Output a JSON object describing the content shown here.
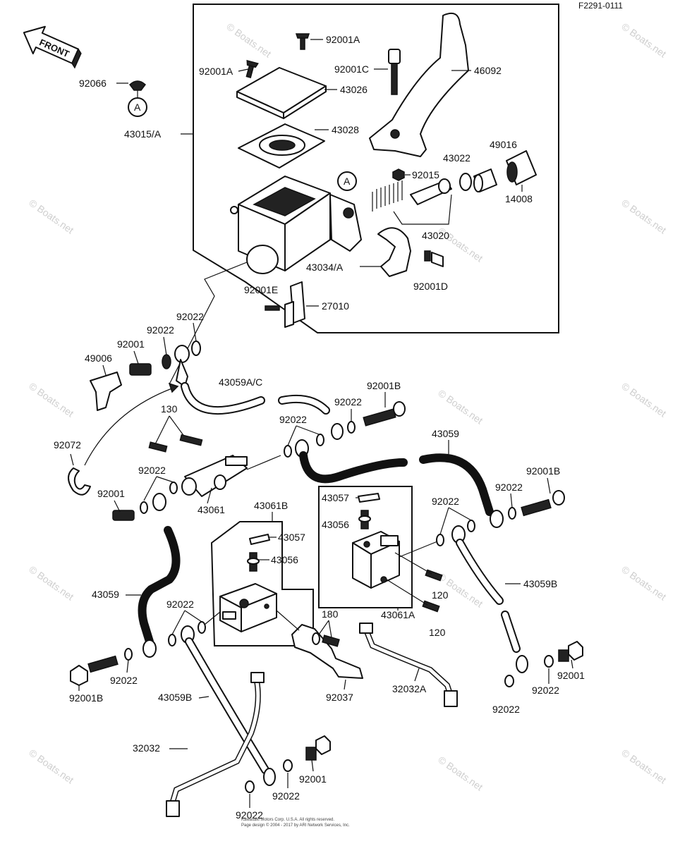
{
  "figure_code": "F2291-0111",
  "front_arrow_text": "FRONT",
  "callout_letter": "A",
  "watermark": "© Boats.net",
  "labels": {
    "p92001A_top": "92001A",
    "p92001A_left": "92001A",
    "p92001C": "92001C",
    "p46092": "46092",
    "p92066": "92066",
    "p43026": "43026",
    "p43015A": "43015/A",
    "p43028": "43028",
    "p49016": "49016",
    "p43022": "43022",
    "p92015": "92015",
    "p14008": "14008",
    "p43020": "43020",
    "p43034A": "43034/A",
    "p92001D": "92001D",
    "p92001E": "92001E",
    "p27010": "27010",
    "p92022_a": "92022",
    "p92022_b": "92022",
    "p92001_a": "92001",
    "p49006": "49006",
    "p43059AC": "43059A/C",
    "p92001B_a": "92001B",
    "p92022_c": "92022",
    "p130": "130",
    "p92022_d": "92022",
    "p92072": "92072",
    "p43059_r": "43059",
    "p92022_e": "92022",
    "p92001_b": "92001",
    "p43061": "43061",
    "p92001B_b": "92001B",
    "p92022_f": "92022",
    "p43061B": "43061B",
    "p43057_a": "43057",
    "p43056_a": "43056",
    "p92022_g": "92022",
    "p43057_b": "43057",
    "p43056_b": "43056",
    "p43059_l": "43059",
    "p120_a": "120",
    "p120_b": "120",
    "p43059B_r": "43059B",
    "p43061A": "43061A",
    "p92022_h": "92022",
    "p180": "180",
    "p92001B_c": "92001B",
    "p92022_i": "92022",
    "p92037": "92037",
    "p32032A": "32032A",
    "p92022_j": "92022",
    "p92001_c": "92001",
    "p92022_k": "92022",
    "p43059B_l": "43059B",
    "p32032": "32032",
    "p92001_d": "92001",
    "p92022_l": "92022",
    "p92022_m": "92022"
  },
  "copyright_lines": [
    "Kawasaki Motors Corp. U.S.A. All rights reserved.",
    "Page design © 2004 - 2017 by ARI Network Services, Inc."
  ]
}
